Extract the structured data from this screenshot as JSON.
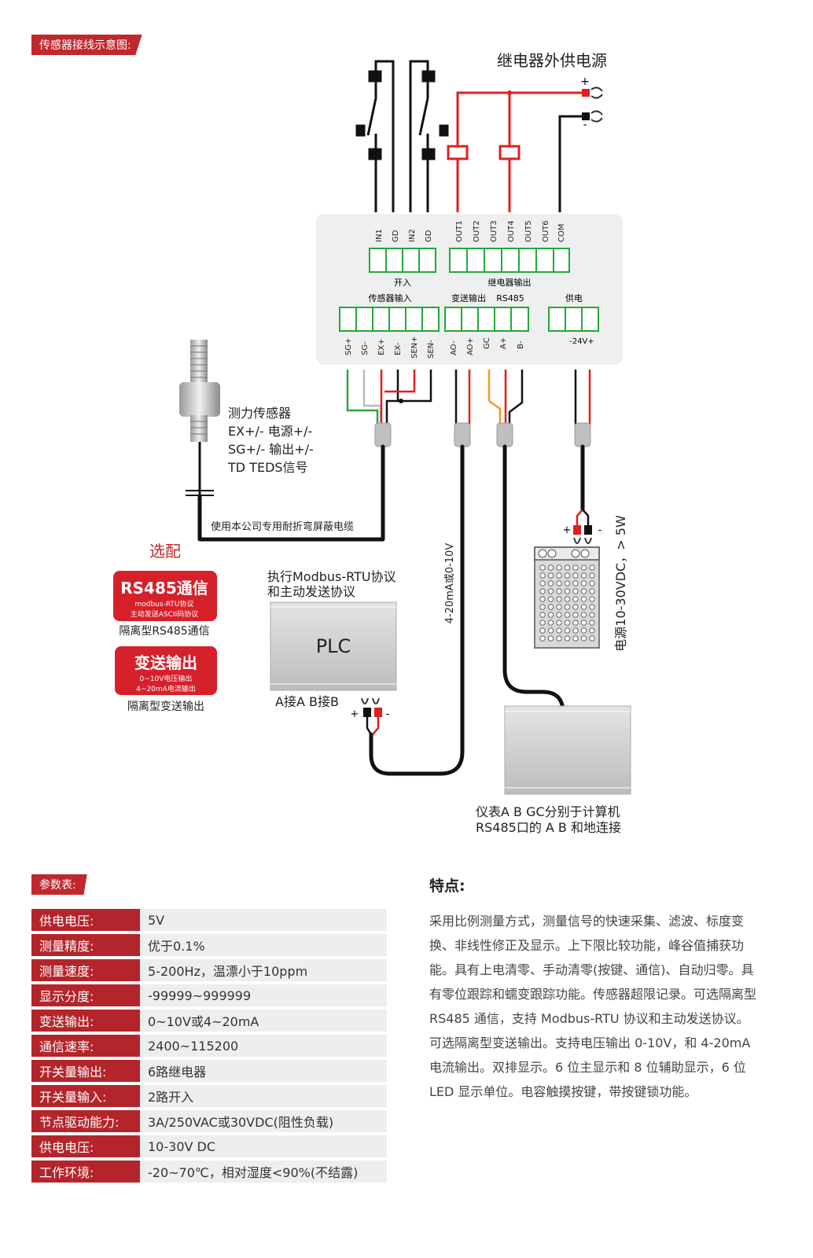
{
  "diagram_tag": "传感器接线示意图:",
  "relay_power_title": "继电器外供电源",
  "polarity": {
    "plus": "+",
    "minus": "-"
  },
  "terminals_top": [
    "IN1",
    "GD",
    "IN2",
    "GD",
    "OUT1",
    "OUT2",
    "OUT3",
    "OUT4",
    "OUT5",
    "OUT6",
    "COM"
  ],
  "group_labels": {
    "switch_in": "开入",
    "relay_out": "继电器输出",
    "sensor_in": "传感器输入",
    "transmit_out": "变送输出",
    "rs485": "RS485",
    "power": "供电"
  },
  "terminals_bottom_sensor": [
    "SG+",
    "SG-",
    "EX+",
    "EX-",
    "SEN+",
    "SEN-"
  ],
  "terminals_bottom_mid": [
    "AO-",
    "AO+",
    "GC",
    "A+",
    "B-"
  ],
  "terminal_power": "-24V+",
  "sensor_label": [
    "测力传感器",
    "EX+/-  电源+/-",
    "SG+/-  输出+/-",
    "TD  TEDS信号"
  ],
  "cable_label": "使用本公司专用耐折弯屏蔽电缆",
  "optional_title": "选配",
  "badge_rs485": {
    "title": "RS485通信",
    "line1": "modbus-RTU协议",
    "line2": "主动发送ASCII码协议",
    "caption": "隔离型RS485通信"
  },
  "badge_transmit": {
    "title": "变送输出",
    "line1": "0~10V电压输出",
    "line2": "4~20mA电流输出",
    "caption": "隔离型变送输出"
  },
  "plc_note": [
    "执行Modbus-RTU协议",
    "和主动发送协议"
  ],
  "plc_label": "PLC",
  "plc_ab": "A接A  B接B",
  "analog_label": "4-20mA或0-10V",
  "power_supply_label": "电源10-30VDC，> 5W",
  "computer_note": [
    "仪表A B GC分别于计算机",
    "RS485口的 A B 和地连接"
  ],
  "param_tag": "参数表:",
  "params": [
    {
      "key": "供电电压:",
      "value": "5V"
    },
    {
      "key": "测量精度:",
      "value": "优于0.1%"
    },
    {
      "key": "测量速度:",
      "value": "5-200Hz，温漂小于10ppm"
    },
    {
      "key": "显示分度:",
      "value": "-99999~999999"
    },
    {
      "key": "变送输出:",
      "value": "0~10V或4~20mA"
    },
    {
      "key": "通信速率:",
      "value": "2400~115200"
    },
    {
      "key": "开关量输出:",
      "value": "6路继电器"
    },
    {
      "key": "开关量输入:",
      "value": "2路开入"
    },
    {
      "key": "节点驱动能力:",
      "value": "3A/250VAC或30VDC(阻性负载)"
    },
    {
      "key": "供电电压:",
      "value": "10-30V DC"
    },
    {
      "key": "工作环境:",
      "value": "-20~70℃，相对湿度<90%(不结露)"
    }
  ],
  "features_title": "特点:",
  "features_body": "采用比例测量方式，测量信号的快速采集、滤波、标度变换、非线性修正及显示。上下限比较功能，峰谷值捕获功能。具有上电清零、手动清零(按键、通信)、自动归零。具有零位跟踪和蠕变跟踪功能。传感器超限记录。可选隔离型 RS485 通信，支持 Modbus-RTU 协议和主动发送协议。可选隔离型变送输出。支持电压输出 0-10V，和 4-20mA 电流输出。双排显示。6 位主显示和 8 位辅助显示，6 位 LED 显示单位。电容触摸按键，带按键锁功能。",
  "colors": {
    "accent": "#c0282e",
    "terminal_green": "#1faa3a",
    "wire_red": "#e0201d",
    "wire_orange": "#f09a1a",
    "wire_green": "#2aa83a"
  }
}
